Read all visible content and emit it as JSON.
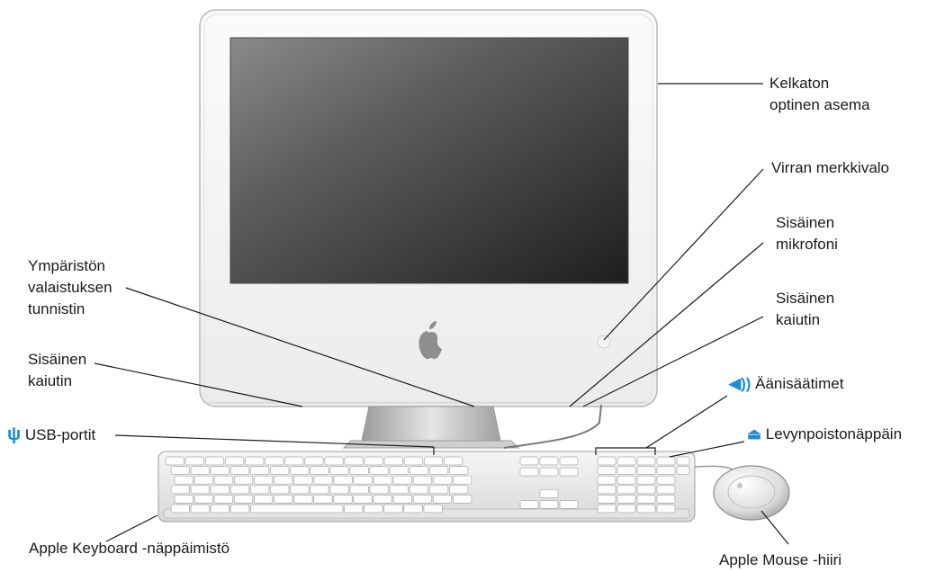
{
  "diagram": {
    "callouts": {
      "optical_drive": [
        "Kelkaton",
        "optinen asema"
      ],
      "power_indicator": "Virran merkkivalo",
      "internal_mic": [
        "Sisäinen",
        "mikrofoni"
      ],
      "ambient_light_sensor": [
        "Ympäristön",
        "valaistuksen",
        "tunnistin"
      ],
      "internal_speaker_right": [
        "Sisäinen",
        "kaiutin"
      ],
      "internal_speaker_left": [
        "Sisäinen",
        "kaiutin"
      ],
      "volume_controls": "Äänisäätimet",
      "usb_ports": "USB-portit",
      "media_eject_key": "Levynpoistonäppäin",
      "keyboard": "Apple Keyboard -näppäimistö",
      "mouse": "Apple Mouse -hiiri"
    },
    "icons": {
      "volume": "speaker-icon",
      "usb": "usb-icon",
      "eject": "eject-icon"
    },
    "colors": {
      "icon_accent": "#1f8bd6",
      "leader_line": "#1a1a1a"
    }
  }
}
